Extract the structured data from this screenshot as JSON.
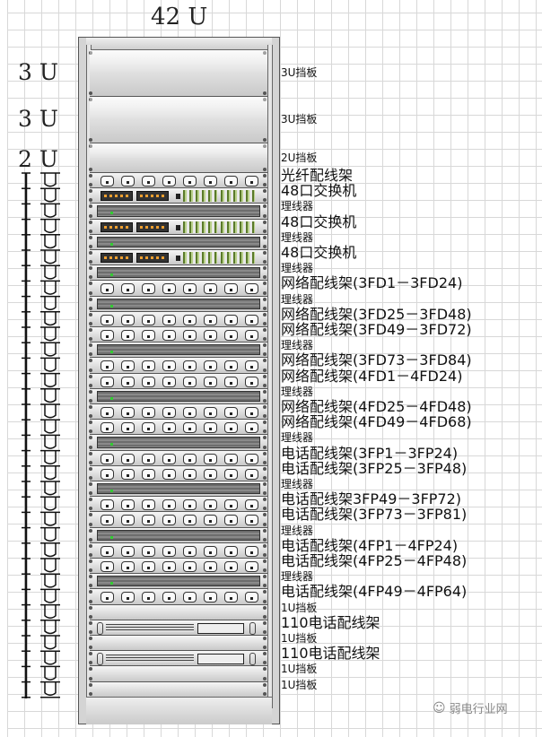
{
  "title": "42 U",
  "scale_labels": [
    "3 U",
    "3 U",
    "2 U"
  ],
  "units": [
    {
      "type": "blank3",
      "label": "3U挡板"
    },
    {
      "type": "blank3",
      "label": "3U挡板"
    },
    {
      "type": "blank2",
      "label": "2U挡板"
    },
    {
      "type": "patch",
      "label": "光纤配线架"
    },
    {
      "type": "switch",
      "label": "48口交换机"
    },
    {
      "type": "manager",
      "label": "理线器"
    },
    {
      "type": "switch",
      "label": "48口交换机"
    },
    {
      "type": "manager",
      "label": "理线器"
    },
    {
      "type": "switch",
      "label": "48口交换机"
    },
    {
      "type": "manager",
      "label": "理线器"
    },
    {
      "type": "patch",
      "label": "网络配线架(3FD1－3FD24)"
    },
    {
      "type": "manager",
      "label": "理线器"
    },
    {
      "type": "patch",
      "label": "网络配线架(3FD25－3FD48)"
    },
    {
      "type": "patch",
      "label": "网络配线架(3FD49－3FD72)"
    },
    {
      "type": "manager",
      "label": "理线器"
    },
    {
      "type": "patch",
      "label": "网络配线架(3FD73－3FD84)"
    },
    {
      "type": "patch",
      "label": "网络配线架(4FD1－4FD24)"
    },
    {
      "type": "manager",
      "label": "理线器"
    },
    {
      "type": "patch",
      "label": "网络配线架(4FD25－4FD48)"
    },
    {
      "type": "patch",
      "label": "网络配线架(4FD49－4FD68)"
    },
    {
      "type": "manager",
      "label": "理线器"
    },
    {
      "type": "patch",
      "label": "电话配线架(3FP1－3FP24)"
    },
    {
      "type": "patch",
      "label": "电话配线架(3FP25－3FP48)"
    },
    {
      "type": "manager",
      "label": "理线器"
    },
    {
      "type": "patch",
      "label": "电话配线架3FP49－3FP72)"
    },
    {
      "type": "patch",
      "label": "电话配线架(3FP73－3FP81)"
    },
    {
      "type": "manager",
      "label": "理线器"
    },
    {
      "type": "patch",
      "label": "电话配线架(4FP1－4FP24)"
    },
    {
      "type": "patch",
      "label": "电话配线架(4FP25－4FP48)"
    },
    {
      "type": "manager",
      "label": "理线器"
    },
    {
      "type": "patch",
      "label": "电话配线架(4FP49－4FP64)"
    },
    {
      "type": "blank1",
      "label": "1U挡板"
    },
    {
      "type": "p110",
      "label": "110电话配线架"
    },
    {
      "type": "blank1",
      "label": "1U挡板"
    },
    {
      "type": "p110",
      "label": "110电话配线架"
    },
    {
      "type": "blank1",
      "label": "1U挡板"
    },
    {
      "type": "blank1",
      "label": "1U挡板"
    }
  ],
  "watermark": "弱电行业网",
  "colors": {
    "port_orange": "#f0a030",
    "led_green": "#33cc33",
    "panel": "#d4d4d4"
  }
}
